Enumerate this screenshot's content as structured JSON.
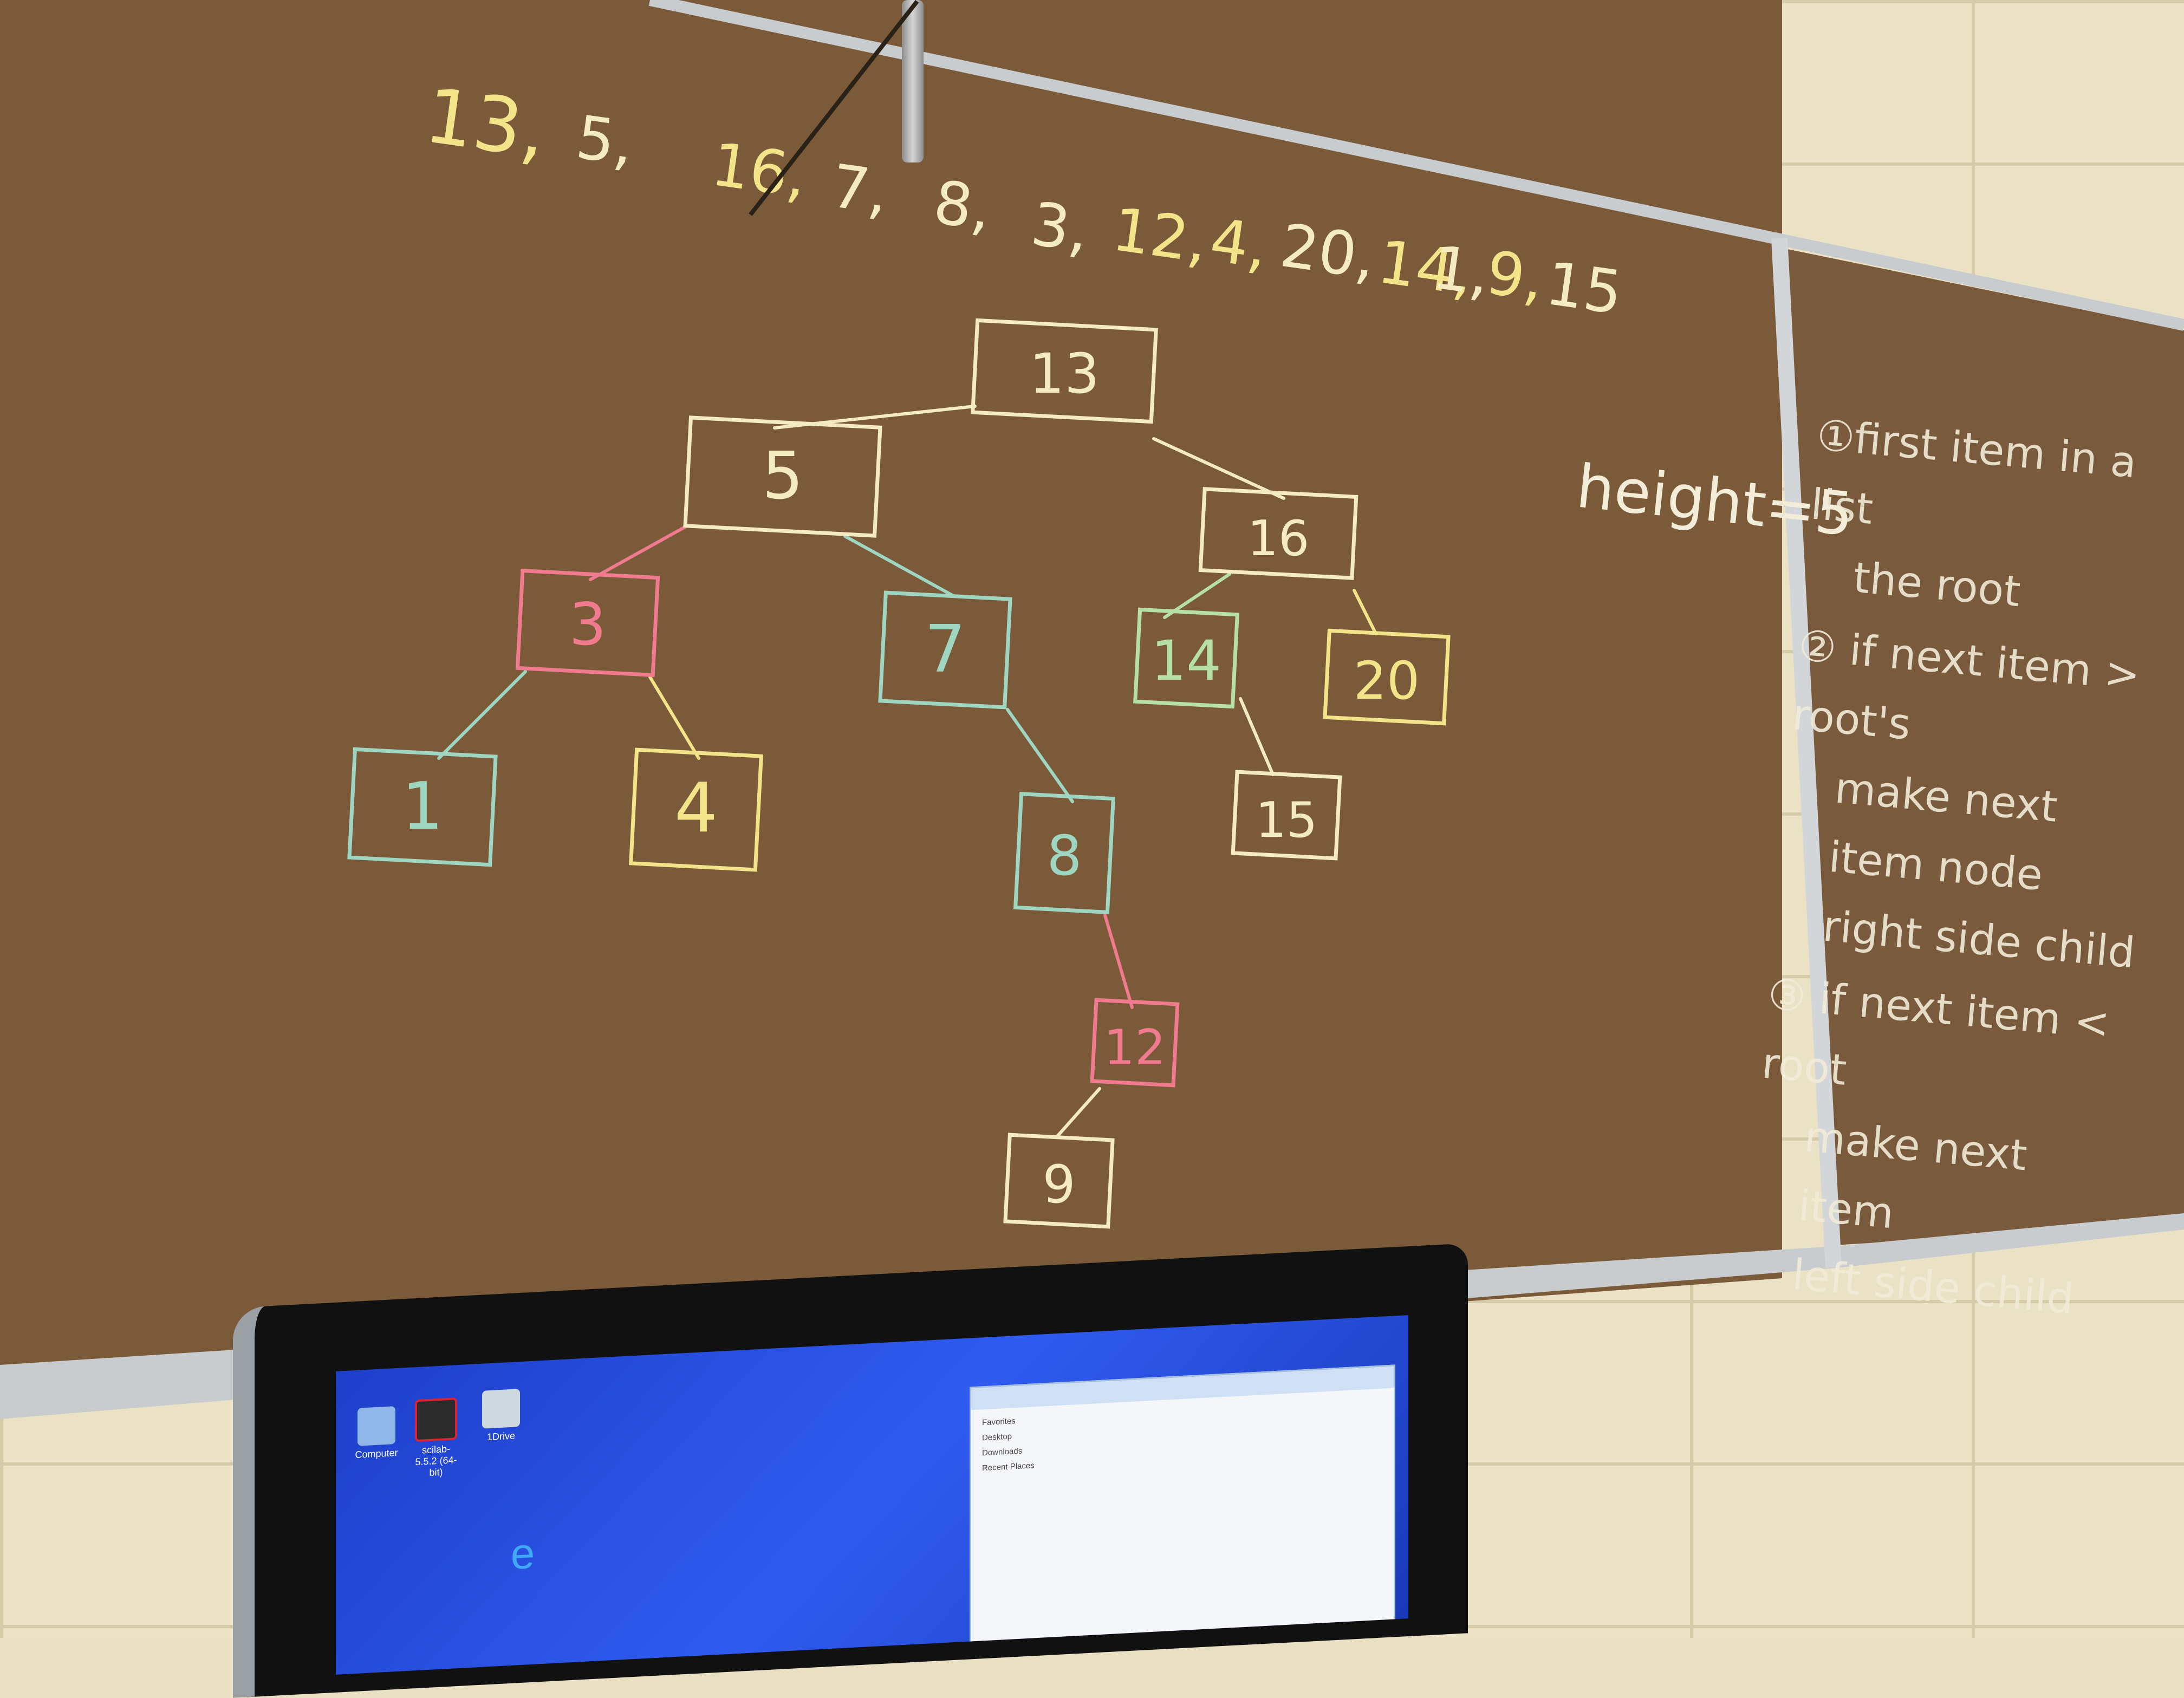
{
  "sequence": [
    "13",
    "5",
    "16",
    "7",
    "8",
    "3",
    "12",
    "4",
    "20",
    "14",
    "1",
    "9",
    "15"
  ],
  "tree_nodes": [
    {
      "label": "13",
      "color": "#f4ecc0"
    },
    {
      "label": "5",
      "color": "#f4ecc0"
    },
    {
      "label": "16",
      "color": "#f4ecc0"
    },
    {
      "label": "3",
      "color": "#f07a8e"
    },
    {
      "label": "7",
      "color": "#9fd6c2"
    },
    {
      "label": "14",
      "color": "#b6e0a8"
    },
    {
      "label": "20",
      "color": "#f3e48a"
    },
    {
      "label": "1",
      "color": "#9fd6c2"
    },
    {
      "label": "4",
      "color": "#f3e48a"
    },
    {
      "label": "8",
      "color": "#9fd6c2"
    },
    {
      "label": "15",
      "color": "#f4ecc0"
    },
    {
      "label": "12",
      "color": "#f07a8e"
    },
    {
      "label": "9",
      "color": "#f4ecc0"
    }
  ],
  "height_label": "height=5",
  "instructions": {
    "step1_line1": "①first item in a list",
    "step1_line2": "the root",
    "step2_line1": "② if next item > root's",
    "step2_line2": "make next item node",
    "step2_line3": "right side child",
    "step3_line1": "③ if next item < root",
    "step3_line2": "make next item",
    "step3_line3": "left side child"
  },
  "desktop": {
    "icons": [
      "Computer",
      "scilab-5.5.2 (64-bit)",
      "1Drive"
    ],
    "explorer_rows": [
      "Favorites",
      "Desktop",
      "Downloads",
      "Recent Places"
    ]
  },
  "colors": {
    "board": "#7b5a3a",
    "chalk_white": "#f4ecc0",
    "chalk_pink": "#f07a8e",
    "chalk_green": "#9fd6c2",
    "chalk_yellow": "#f3e48a"
  }
}
